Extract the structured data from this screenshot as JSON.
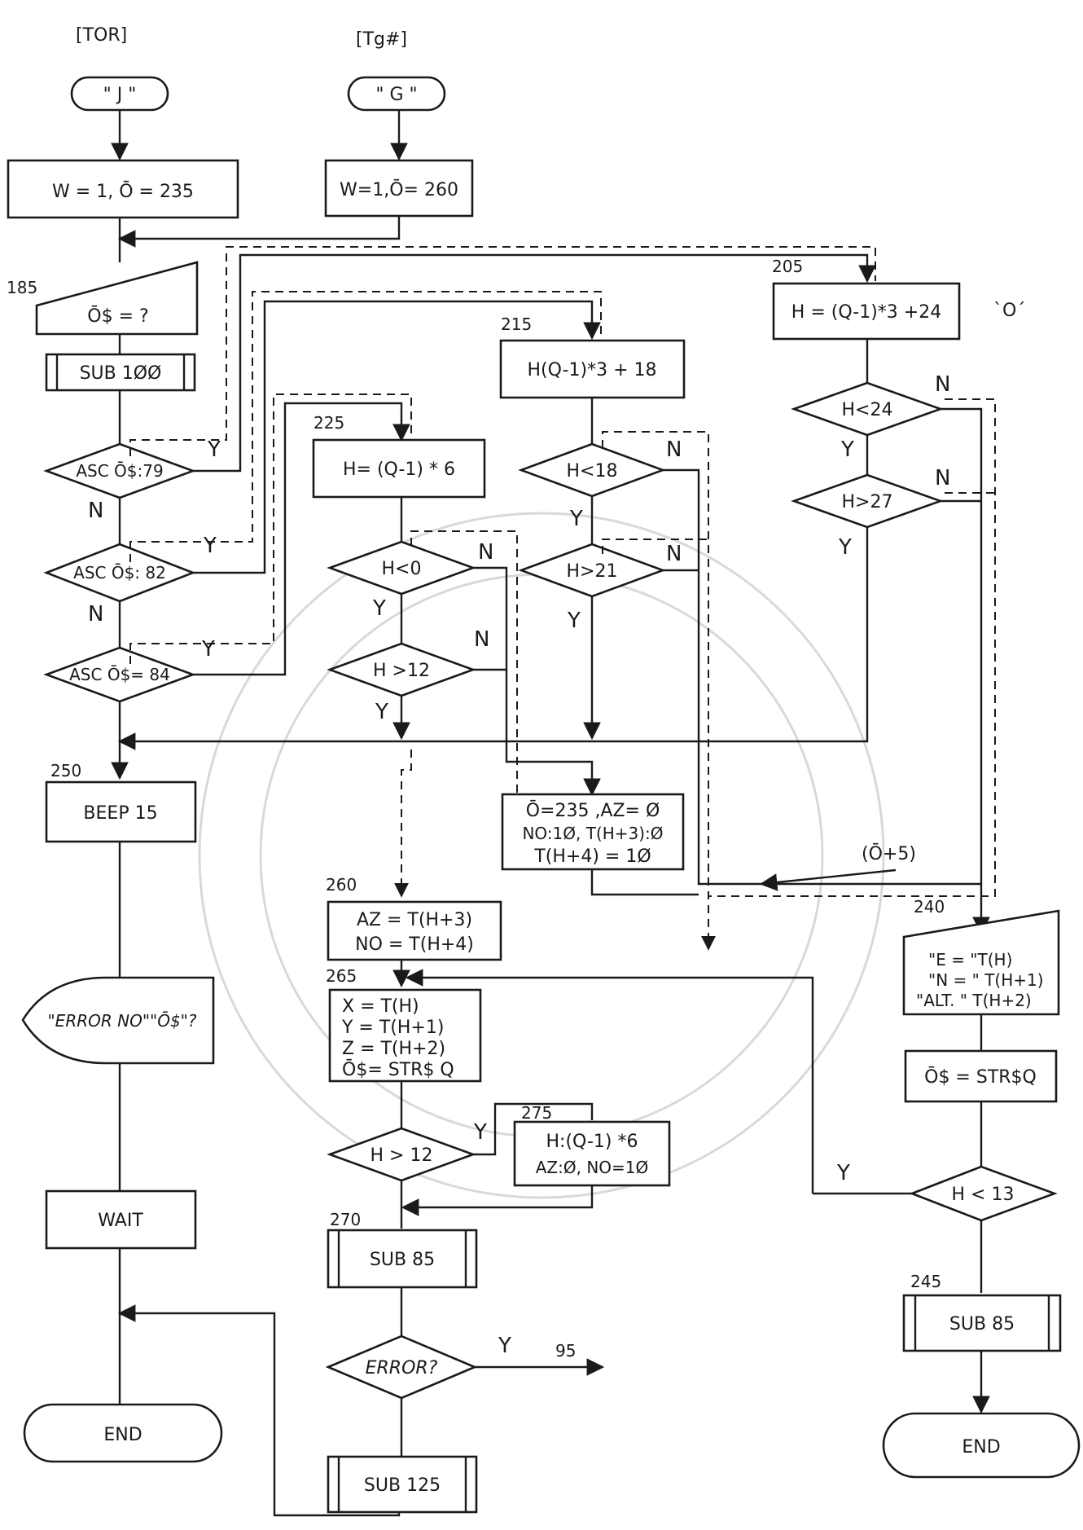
{
  "headers": {
    "left": "[TOR]",
    "middle": "[Tg#]"
  },
  "terminals": {
    "j": "\" J \"",
    "g": "\" G \"",
    "end_left": "END",
    "end_right": "END"
  },
  "processes": {
    "init_tor": "W = 1, Ō = 235",
    "init_tg": "W=1,Ō= 260",
    "h_205": "H = (Q-1)*3 +24",
    "h_215": "H(Q-1)*3 + 18",
    "h_225": "H= (Q-1) * 6",
    "beep": "BEEP 15",
    "reset_1": "Ō=235 ,AZ= Ø",
    "reset_2": "NO:1Ø, T(H+3):Ø",
    "reset_3": "T(H+4) = 1Ø",
    "assign_260_1": "AZ = T(H+3)",
    "assign_260_2": "NO = T(H+4)",
    "assign_265_1": "X = T(H)",
    "assign_265_2": "Y = T(H+1)",
    "assign_265_3": "Z = T(H+2)",
    "assign_265_4": "Ō$= STR$ Q",
    "h_275_1": "H:(Q-1) *6",
    "h_275_2": "AZ:Ø, NO=1Ø",
    "str_assign": "Ō$ = STR$Q",
    "wait": "WAIT"
  },
  "subroutines": {
    "sub100": "SUB 1ØØ",
    "sub85_mid": "SUB 85",
    "sub125": "SUB 125",
    "sub85_right": "SUB 85"
  },
  "decisions": {
    "asc79": "ASC Ō$:79",
    "asc82": "ASC Ō$: 82",
    "asc84": "ASC Ō$= 84",
    "h_lt_0": "H<0",
    "h_gt_12_a": "H >12",
    "h_lt_18": "H<18",
    "h_gt_21": "H>21",
    "h_lt_24": "H<24",
    "h_gt_27": "H>27",
    "h_gt_12_b": "H > 12",
    "error": "ERROR?",
    "h_lt_13": "H < 13"
  },
  "io": {
    "o_input": "Ō$ = ?",
    "display_1": "\"E = \"T(H)",
    "display_2": "\"N = \" T(H+1)",
    "display_3": "\"ALT. \" T(H+2)"
  },
  "display": {
    "error": "\"ERROR NO\"\"Ō$\"?"
  },
  "line_numbers": {
    "n185": "185",
    "n205": "205",
    "n215": "215",
    "n225": "225",
    "n250": "250",
    "n260": "260",
    "n265": "265",
    "n275": "275",
    "n270": "270",
    "n240": "240",
    "n245": "245"
  },
  "annotations": {
    "o_mark": "`O´",
    "o_plus_5": "(Ō+5)",
    "goto_95": "95"
  },
  "yn": {
    "y": "Y",
    "n": "N"
  }
}
